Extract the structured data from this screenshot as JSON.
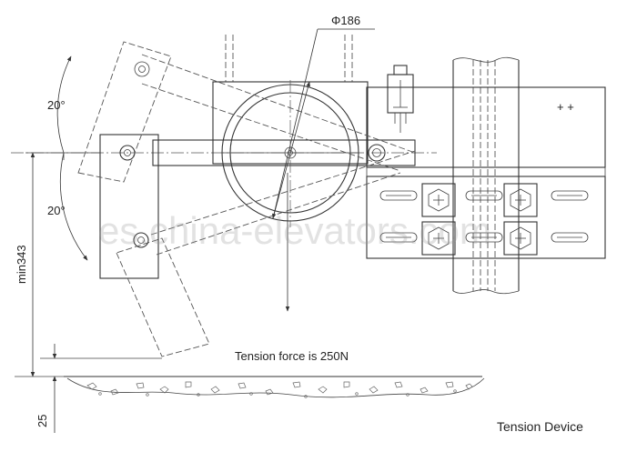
{
  "labels": {
    "diameter": "Φ186",
    "angle_upper": "20°",
    "angle_lower": "20°",
    "min_height": "min343",
    "tension_force": "Tension force is 250N",
    "clearance": "25",
    "caption": "Tension Device",
    "watermark": "es.china-elevators.com"
  }
}
